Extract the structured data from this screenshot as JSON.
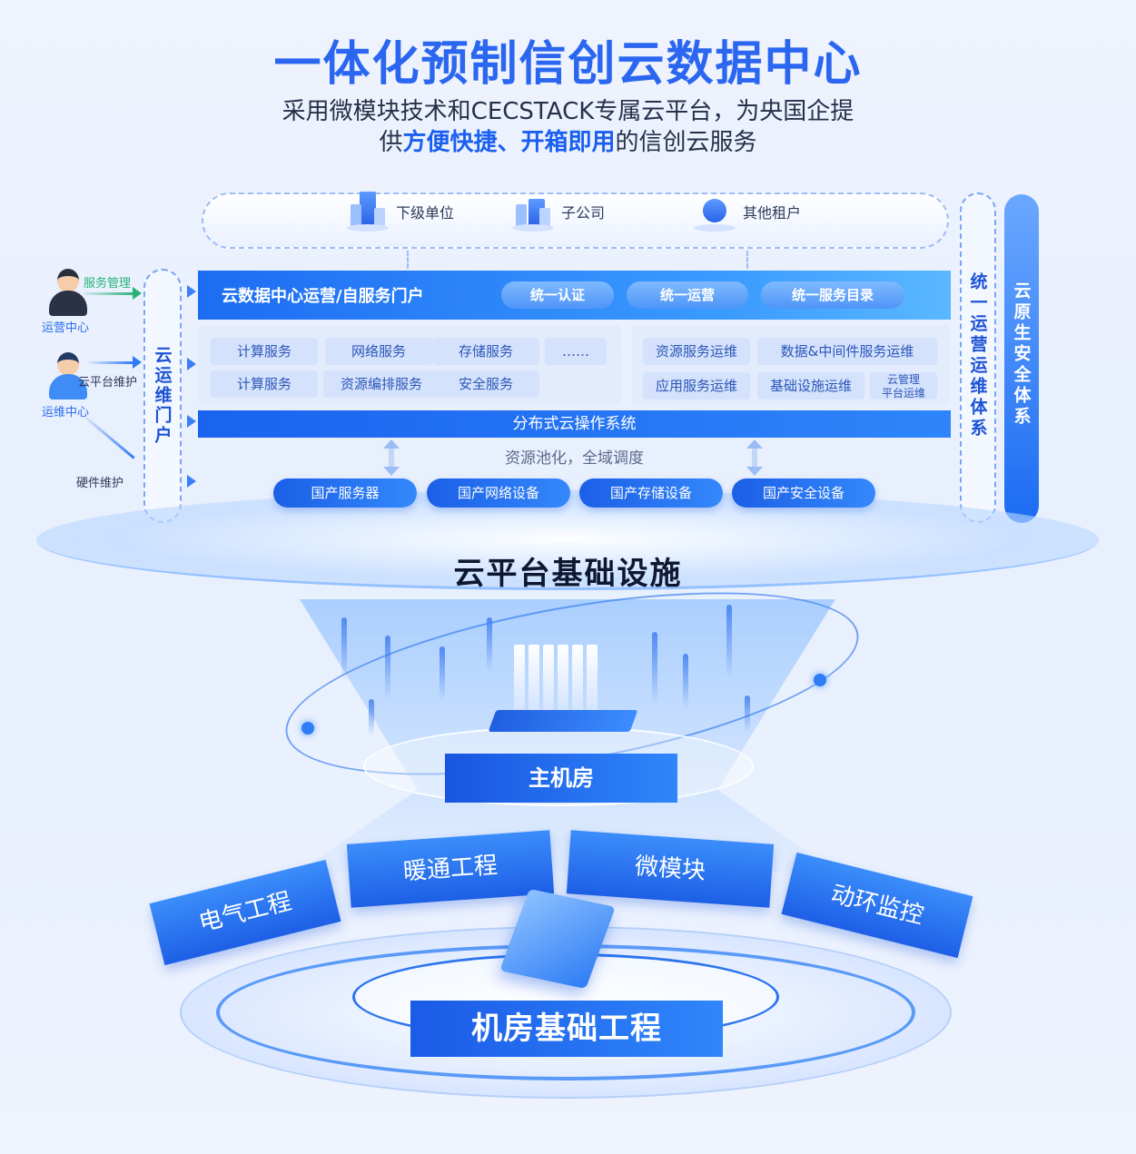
{
  "title": "一体化预制信创云数据中心",
  "subtitle": {
    "line1": "采用微模块技术和CECSTACK专属云平台，为央国企提",
    "line2_pre": "供",
    "line2_hl": "方便快捷、开箱即用",
    "line2_post": "的信创云服务"
  },
  "tenants": [
    "下级单位",
    "子公司",
    "其他租户"
  ],
  "left": {
    "portal": "云运维门户",
    "ops_center_1": "运营中心",
    "service_mgmt": "服务管理",
    "cloud_maint": "云平台维护",
    "ops_center_2": "运维中心",
    "hw_maint": "硬件维护"
  },
  "portal_bar": {
    "title": "云数据中心运营/自服务门户",
    "pills": [
      "统一认证",
      "统一运营",
      "统一服务目录"
    ]
  },
  "services": {
    "row1": [
      "计算服务",
      "网络服务",
      "存储服务",
      "……"
    ],
    "row2": [
      "计算服务",
      "资源编排服务",
      "安全服务"
    ]
  },
  "ops_services": {
    "row1": [
      "资源服务运维",
      "数据&中间件服务运维"
    ],
    "row2": [
      "应用服务运维",
      "基础设施运维"
    ],
    "cloud_mgmt_1": "云管理",
    "cloud_mgmt_2": "平台运维"
  },
  "os": "分布式云操作系统",
  "pool": "资源池化，全域调度",
  "devices": [
    "国产服务器",
    "国产网络设备",
    "国产存储设备",
    "国产安全设备"
  ],
  "right": {
    "ops_system": "统一运营运维体系",
    "security_system": "云原生安全体系"
  },
  "infra_title": "云平台基础设施",
  "main_room": "主机房",
  "panels": [
    "电气工程",
    "暖通工程",
    "微模块",
    "动环监控"
  ],
  "base_title": "机房基础工程",
  "colors": {
    "accent": "#2a66f0",
    "primary_blue": "#1d6cf2",
    "light_panel": "#e3ecfd",
    "green": "#28b37a"
  }
}
